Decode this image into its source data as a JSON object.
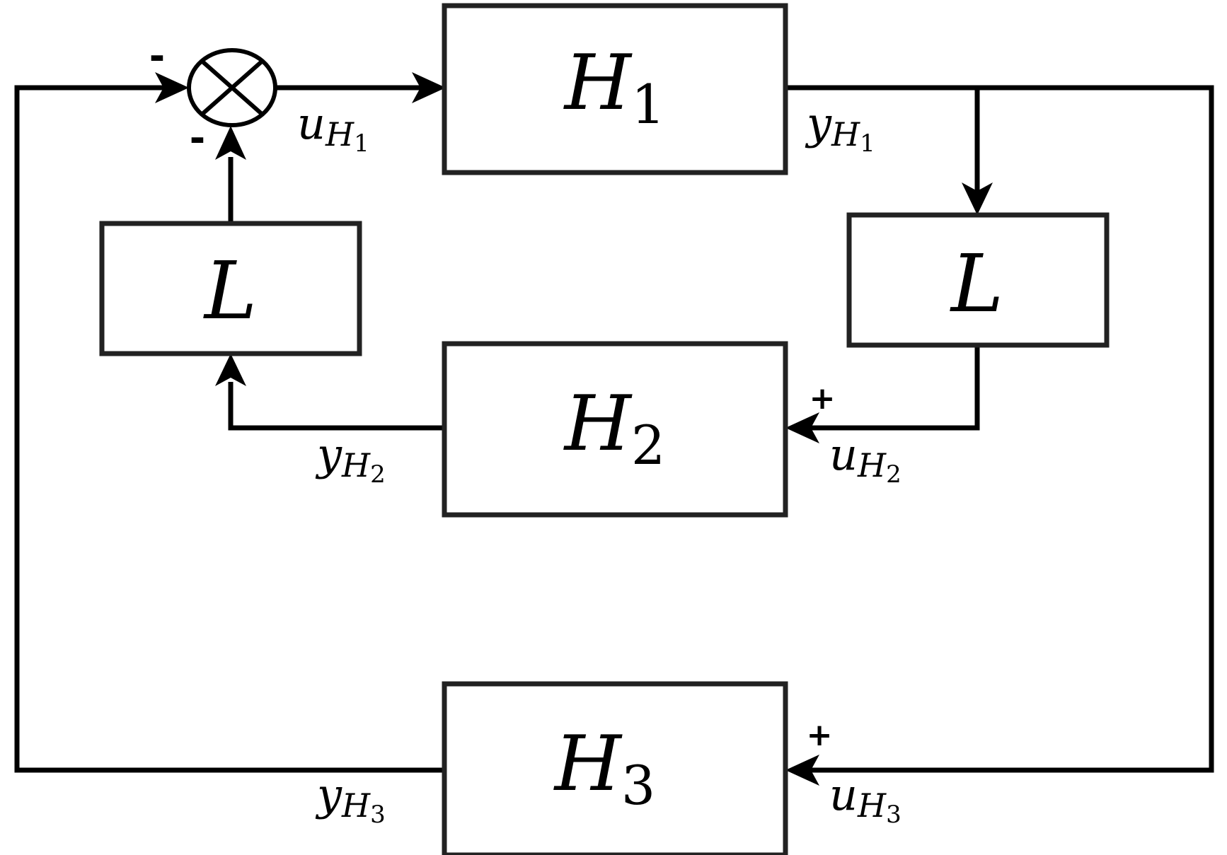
{
  "blocks": {
    "h1": {
      "symbol": "H",
      "subscript": "1"
    },
    "h2": {
      "symbol": "H",
      "subscript": "2"
    },
    "h3": {
      "symbol": "H",
      "subscript": "3"
    },
    "l_left": {
      "symbol": "L"
    },
    "l_right": {
      "symbol": "L"
    }
  },
  "signals": {
    "u_h1": {
      "var": "u",
      "sub": "H",
      "subsub": "1"
    },
    "y_h1": {
      "var": "y",
      "sub": "H",
      "subsub": "1"
    },
    "u_h2": {
      "var": "u",
      "sub": "H",
      "subsub": "2"
    },
    "y_h2": {
      "var": "y",
      "sub": "H",
      "subsub": "2"
    },
    "u_h3": {
      "var": "u",
      "sub": "H",
      "subsub": "3"
    },
    "y_h3": {
      "var": "y",
      "sub": "H",
      "subsub": "3"
    }
  },
  "signs": {
    "summer_left": "-",
    "summer_bottom": "-",
    "h2_input": "+",
    "h3_input": "+"
  }
}
